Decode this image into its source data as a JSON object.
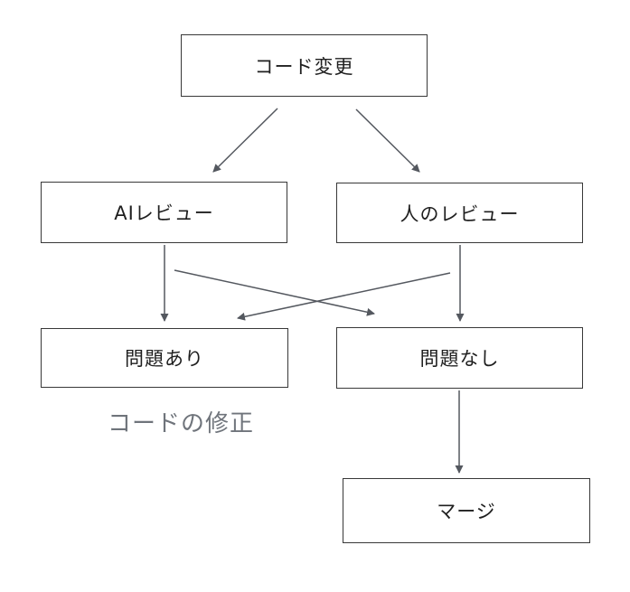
{
  "diagram": {
    "title": "code-review-flowchart",
    "nodes": [
      {
        "id": "code-change",
        "label": "コード変更"
      },
      {
        "id": "ai-review",
        "label": "AIレビュー"
      },
      {
        "id": "human-review",
        "label": "人のレビュー"
      },
      {
        "id": "issue-found",
        "label": "問題あり"
      },
      {
        "id": "no-issue",
        "label": "問題なし"
      },
      {
        "id": "merge",
        "label": "マージ"
      }
    ],
    "edges": [
      {
        "from": "code-change",
        "to": "ai-review"
      },
      {
        "from": "code-change",
        "to": "human-review"
      },
      {
        "from": "ai-review",
        "to": "issue-found"
      },
      {
        "from": "ai-review",
        "to": "no-issue"
      },
      {
        "from": "human-review",
        "to": "no-issue"
      },
      {
        "from": "human-review",
        "to": "issue-found"
      },
      {
        "from": "no-issue",
        "to": "merge"
      }
    ],
    "annotation": {
      "label": "コードの修正"
    },
    "colors": {
      "background": "#ffffff",
      "box_border": "#383838",
      "box_fill": "#ffffff",
      "box_text": "#1f1f1f",
      "arrow": "#54585f",
      "annotation_text": "#6f747b"
    }
  }
}
